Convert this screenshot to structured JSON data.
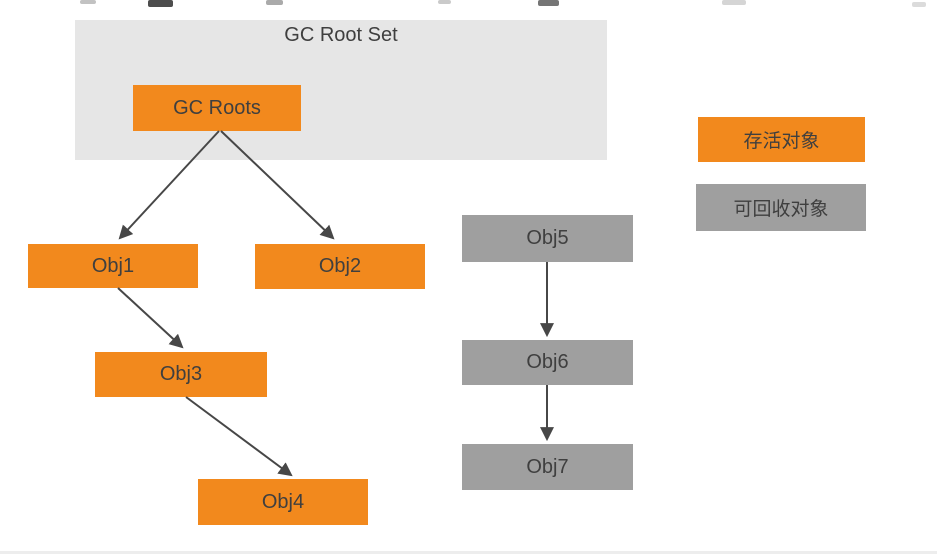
{
  "diagram": {
    "root_container": {
      "label": "GC Root Set"
    },
    "nodes": {
      "gc_roots": {
        "label": "GC Roots",
        "status": "live"
      },
      "obj1": {
        "label": "Obj1",
        "status": "live"
      },
      "obj2": {
        "label": "Obj2",
        "status": "live"
      },
      "obj3": {
        "label": "Obj3",
        "status": "live"
      },
      "obj4": {
        "label": "Obj4",
        "status": "live"
      },
      "obj5": {
        "label": "Obj5",
        "status": "collectable"
      },
      "obj6": {
        "label": "Obj6",
        "status": "collectable"
      },
      "obj7": {
        "label": "Obj7",
        "status": "collectable"
      }
    },
    "edges": [
      {
        "from": "gc_roots",
        "to": "obj1"
      },
      {
        "from": "gc_roots",
        "to": "obj2"
      },
      {
        "from": "obj1",
        "to": "obj3"
      },
      {
        "from": "obj3",
        "to": "obj4"
      },
      {
        "from": "obj5",
        "to": "obj6"
      },
      {
        "from": "obj6",
        "to": "obj7"
      }
    ],
    "legend": {
      "live": {
        "label": "存活对象"
      },
      "collectable": {
        "label": "可回收对象"
      }
    },
    "colors": {
      "live": "#F2891D",
      "collectable": "#9F9F9F",
      "container_bg": "#E6E6E6",
      "text": "#3F3F3F",
      "arrow": "#474747"
    }
  }
}
